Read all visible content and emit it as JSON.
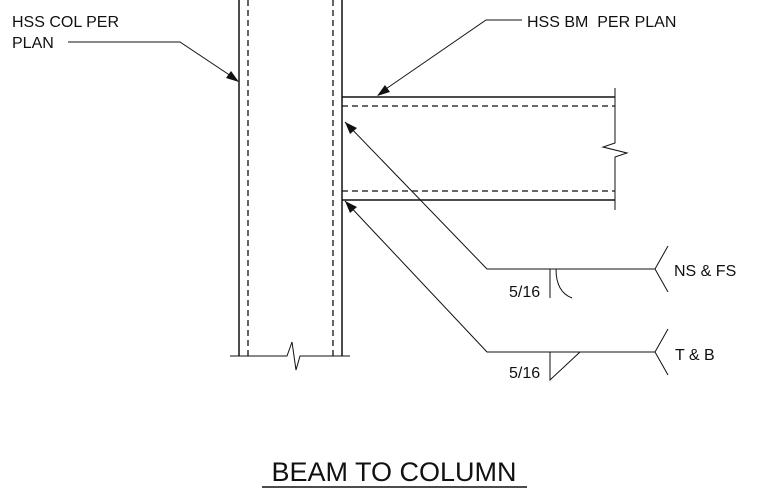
{
  "labels": {
    "column_line1": "HSS COL PER",
    "column_line2": "PLAN",
    "beam": "HSS BM  PER PLAN",
    "weld_top_size": "5/16",
    "weld_top_note": "NS & FS",
    "weld_bottom_size": "5/16",
    "weld_bottom_note": "T & B"
  },
  "title": "BEAM TO COLUMN",
  "colors": {
    "ink": "#111111",
    "background": "#ffffff"
  }
}
